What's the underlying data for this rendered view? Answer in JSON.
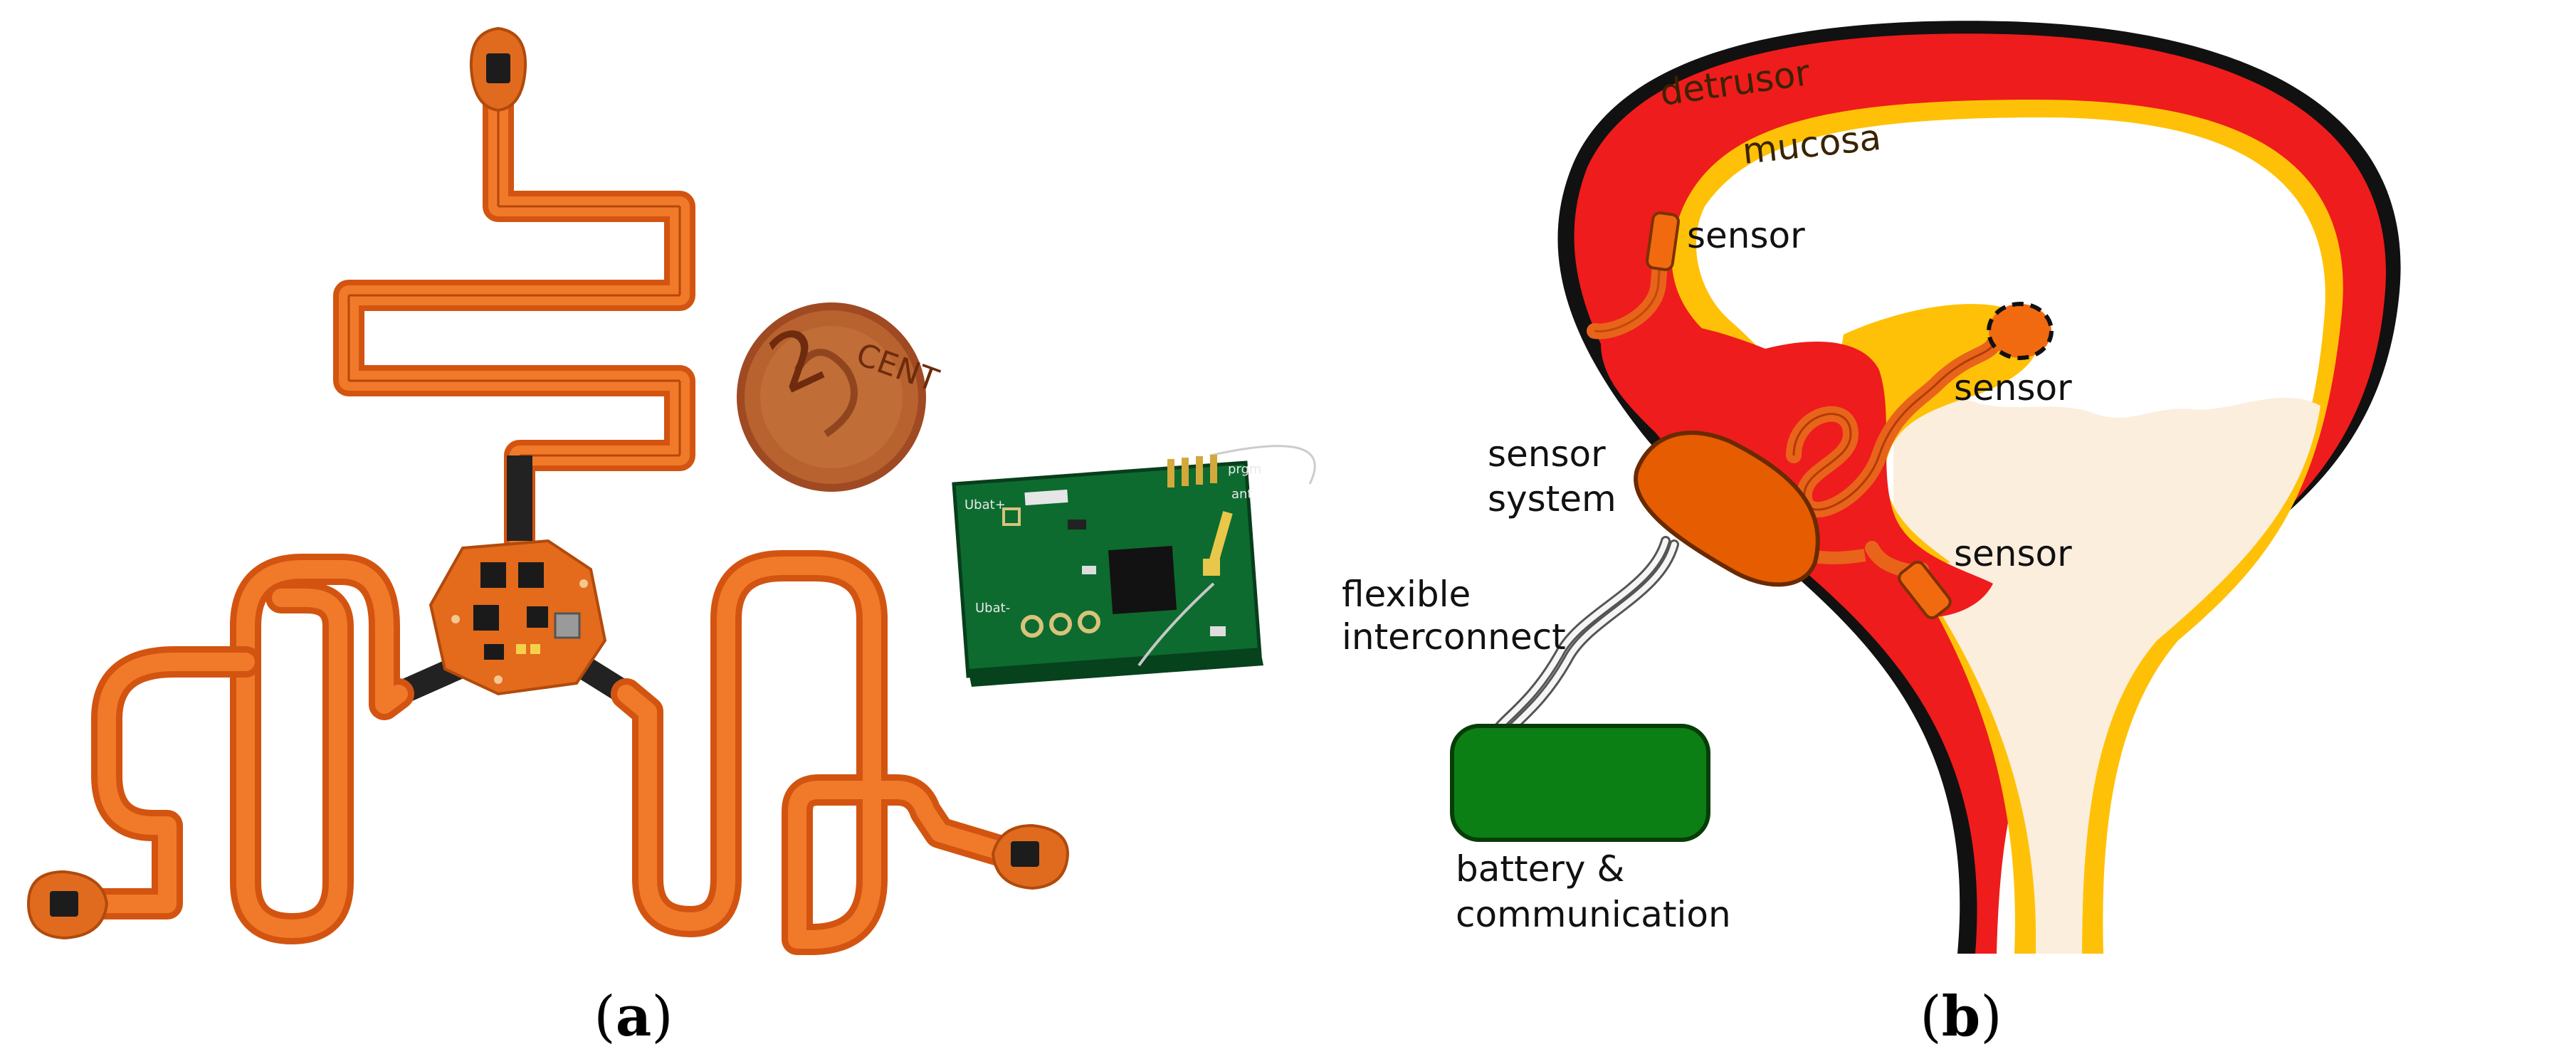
{
  "panels": [
    {
      "id": "a",
      "label_open": "(",
      "label_letter": "a",
      "label_close": ")",
      "coin": {
        "text_value": "2",
        "text_unit": "CENT"
      },
      "board_labels": [
        "Ubat+",
        "Ubat-",
        "prgm",
        "ant"
      ]
    },
    {
      "id": "b",
      "label_open": "(",
      "label_letter": "b",
      "label_close": ")",
      "annotations": {
        "detrusor": "detrusor",
        "mucosa": "mucosa",
        "sensor_top": "sensor",
        "sensor_right": "sensor",
        "sensor_bottom": "sensor",
        "sensor_system_line1": "sensor",
        "sensor_system_line2": "system",
        "interconnect_line1": "flexible",
        "interconnect_line2": "interconnect",
        "battery_line1": "battery &",
        "battery_line2": "communication"
      }
    }
  ],
  "colors": {
    "detrusor": "#ee1c1c",
    "mucosa": "#ffc107",
    "outline": "#111111",
    "flex_pcb": "#e8641a",
    "flex_trace": "#c34a08",
    "sensor_body": "#f26a10",
    "battery": "#0c7f14",
    "urine": "#fbeedd",
    "pcb_green": "#0d6b2f",
    "coin": "#b05a2c"
  }
}
